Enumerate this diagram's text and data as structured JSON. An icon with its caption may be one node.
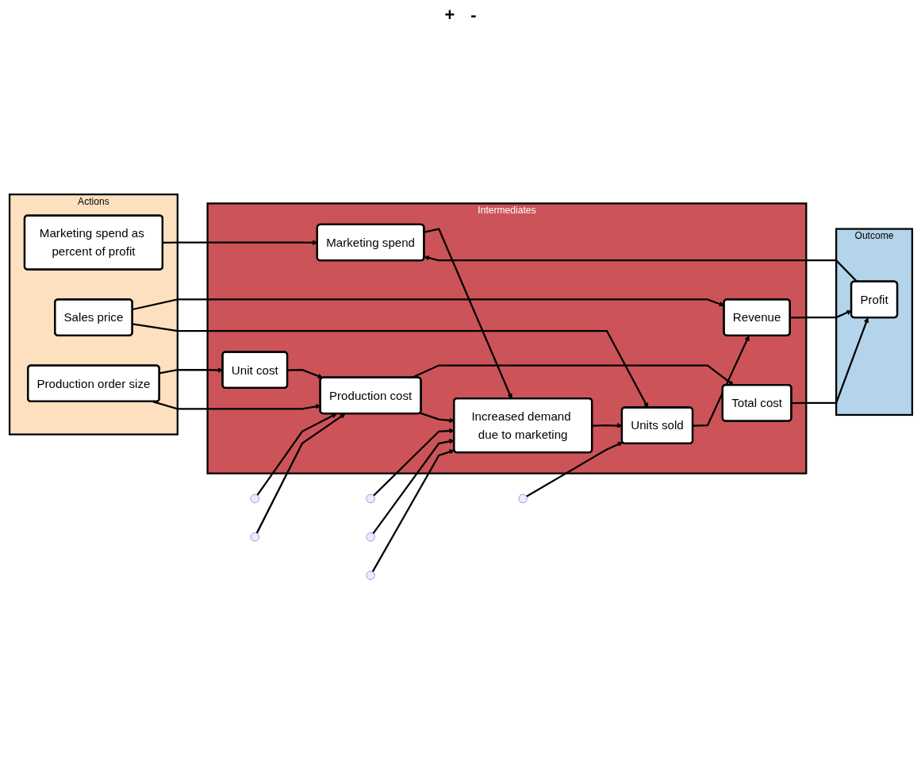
{
  "diagram": {
    "nodes": [
      {
        "text": [
          "Actions"
        ]
      },
      {
        "text": [
          "Marketing spend as percent of profit"
        ],
        "in": 0
      },
      {
        "text": [
          "Sales price"
        ],
        "in": 0
      },
      {
        "text": [
          "Production order size"
        ],
        "in": 0
      },
      {
        "text": [
          "Intermediates"
        ]
      },
      {
        "text": [
          "Marketing spend"
        ],
        "in": 4
      },
      {
        "text": [
          "Increased demand due to marketing"
        ],
        "in": 4
      },
      {
        "text": [
          "Revenue"
        ],
        "in": 4
      },
      {
        "text": [
          "Units sold"
        ],
        "in": 4
      },
      {
        "text": [
          "Unit cost"
        ],
        "in": 4
      },
      {
        "text": [
          "Production cost"
        ],
        "in": 4
      },
      {
        "text": [
          "Total cost"
        ],
        "in": 4
      },
      {
        "text": [
          "Outcome"
        ]
      },
      {
        "text": [
          "Profit"
        ],
        "in": 12
      }
    ],
    "edges": [
      {
        "from": 1,
        "to": 5,
        "arrow": "to"
      },
      {
        "from": 5,
        "to": 6,
        "arrow": "to"
      },
      {
        "from": 6,
        "to": 8,
        "arrow": "to"
      },
      {
        "from": 2,
        "to": 7,
        "arrow": "to"
      },
      {
        "from": 2,
        "to": 8,
        "arrow": "to"
      },
      {
        "from": 8,
        "to": 7,
        "arrow": "to"
      },
      {
        "from": 7,
        "to": 13,
        "arrow": "to"
      },
      {
        "from": 11,
        "to": 13,
        "arrow": "to"
      },
      {
        "from": 13,
        "to": 5,
        "arrow": "to"
      },
      {
        "from": 3,
        "to": 9,
        "arrow": "to"
      },
      {
        "from": 9,
        "to": 10,
        "arrow": "to"
      },
      {
        "from": 10,
        "to": 11,
        "arrow": "to"
      },
      {
        "from": 3,
        "to": 10,
        "arrow": "to"
      },
      {
        "from": 10,
        "to": 6,
        "arrow": "to"
      },
      {
        "from": null,
        "to": 6,
        "arrow": "to"
      },
      {
        "from": null,
        "to": 10,
        "arrow": "to"
      },
      {
        "from": null,
        "to": 10,
        "arrow": "to"
      },
      {
        "from": null,
        "to": 6,
        "arrow": "to"
      },
      {
        "from": null,
        "to": 6,
        "arrow": "to"
      },
      {
        "from": null,
        "to": 8,
        "arrow": "to"
      }
    ],
    "labels": [
      "+",
      "-"
    ]
  }
}
